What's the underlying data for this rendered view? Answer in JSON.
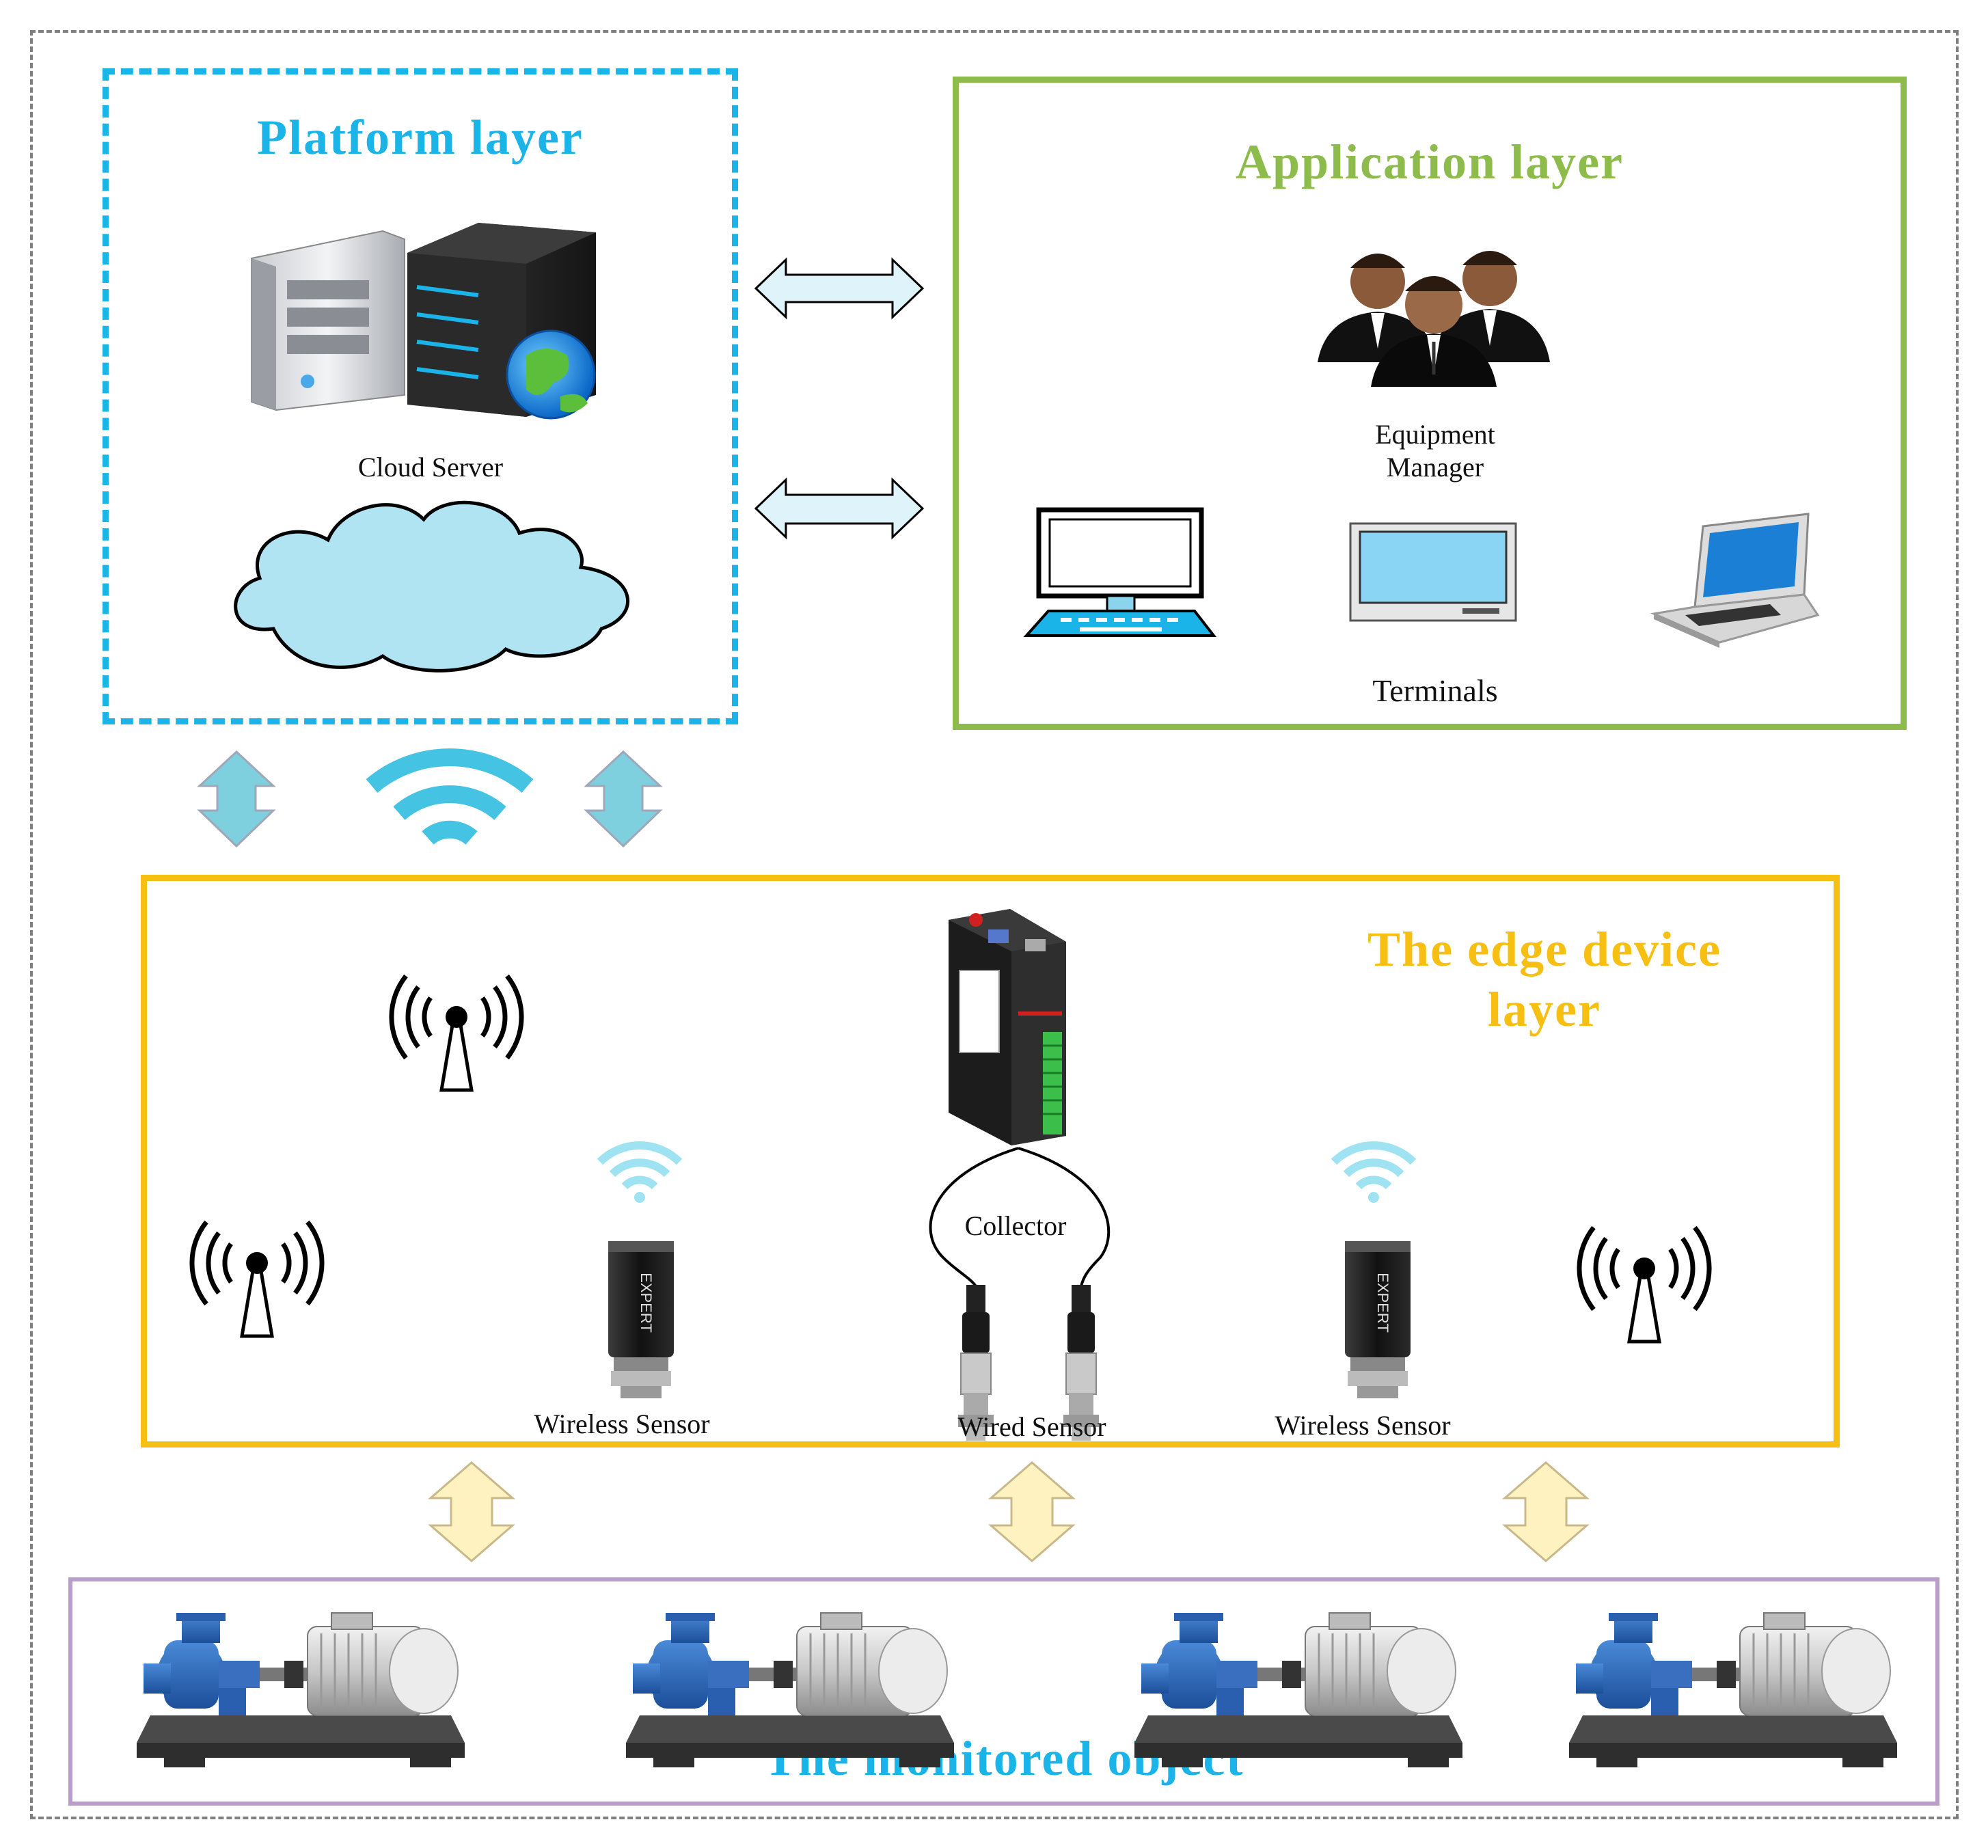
{
  "platform": {
    "title": "Platform layer",
    "cloud_server_label": "Cloud Server"
  },
  "application": {
    "title": "Application layer",
    "manager_line1": "Equipment",
    "manager_line2": "Manager",
    "terminals_label": "Terminals"
  },
  "edge": {
    "title_line1": "The edge device",
    "title_line2": "layer",
    "collector_label": "Collector",
    "wireless_sensor_left": "Wireless Sensor",
    "wired_sensor": "Wired Sensor",
    "wireless_sensor_right": "Wireless Sensor"
  },
  "monitored": {
    "title": "The monitored object"
  },
  "colors": {
    "platform": "#1ab4e8",
    "application": "#8dbb4c",
    "edge": "#f7bf12",
    "monitored": "#b79fca",
    "outer_border": "#808080"
  }
}
